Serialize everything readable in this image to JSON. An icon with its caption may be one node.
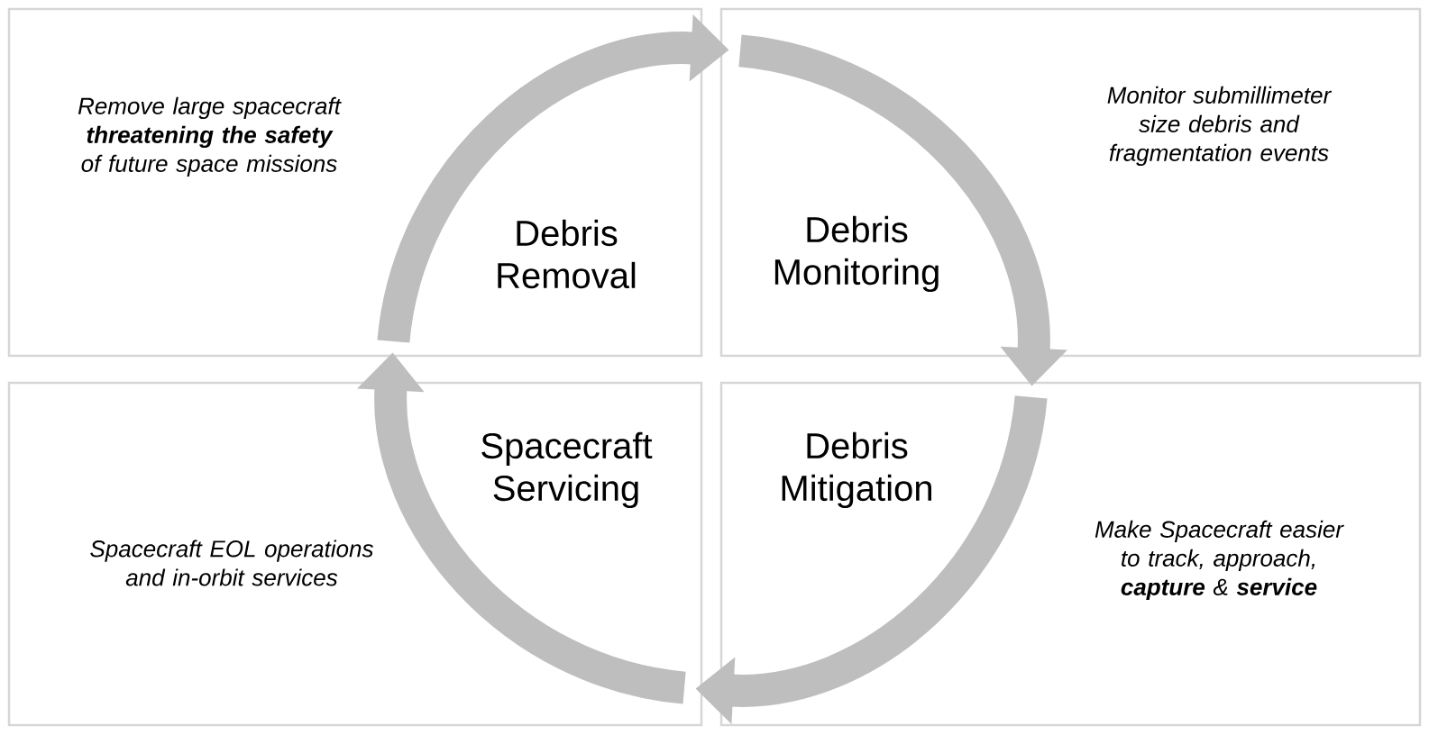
{
  "diagram": {
    "nodes": [
      {
        "text": [
          "Debris Removal",
          "Remove large spacecraft **threatening the safety** of future space missions"
        ]
      },
      {
        "text": [
          "Debris Monitoring",
          "Monitor submillimeter size debris and fragmentation events"
        ]
      },
      {
        "text": [
          "Debris Mitigation",
          "Make Spacecraft easier to track, approach, **capture** & **service**"
        ]
      },
      {
        "text": [
          "Spacecraft Servicing",
          "Spacecraft EOL operations and in-orbit services"
        ]
      }
    ],
    "edges": [
      {
        "from": 0,
        "to": 1,
        "arrow": "to"
      },
      {
        "from": 1,
        "to": 2,
        "arrow": "to"
      },
      {
        "from": 2,
        "to": 3,
        "arrow": "to"
      },
      {
        "from": 3,
        "to": 0,
        "arrow": "to"
      }
    ]
  }
}
